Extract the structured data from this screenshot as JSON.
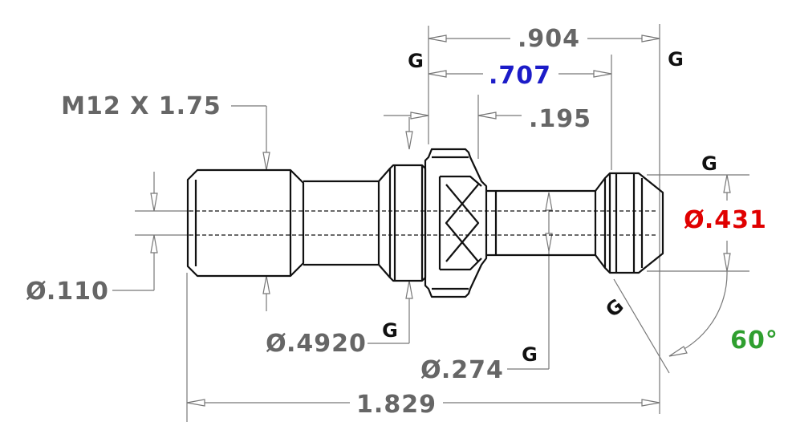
{
  "colors": {
    "dimension_gray": "#666666",
    "part_black": "#111111",
    "highlight_blue": "#1c1cc8",
    "highlight_red": "#e00000",
    "highlight_green": "#2f9f2f"
  },
  "dimensions": {
    "overall_length": ".904",
    "gauge_length": ".707",
    "flange_offset": ".195",
    "thread": "M12 X 1.75",
    "bore_dia": "Ø.110",
    "collar_dia": "Ø.4920",
    "neck_dia": "Ø.274",
    "head_dia": "Ø.431",
    "chamfer_angle": "60°",
    "total_length": "1.829"
  },
  "gauge_mark": "G"
}
